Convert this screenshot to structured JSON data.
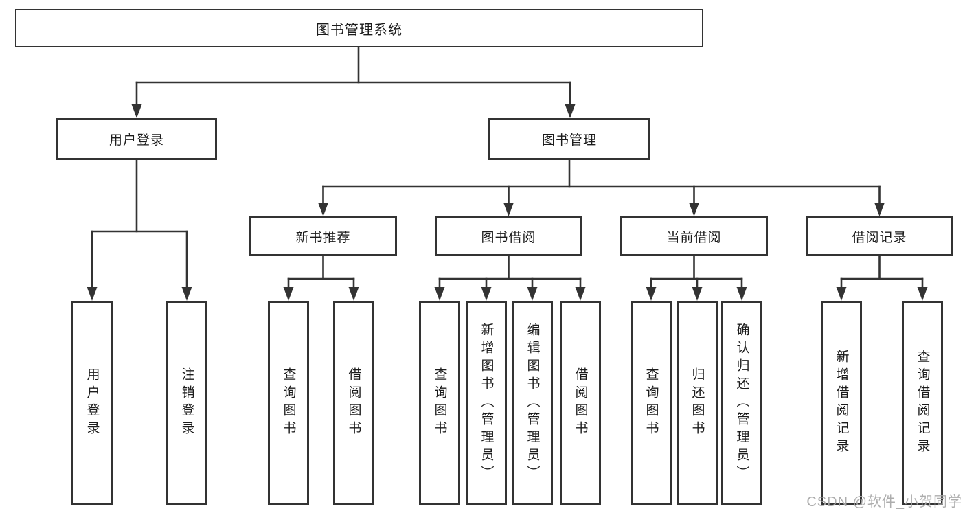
{
  "diagram": {
    "type": "hierarchy-tree",
    "root": {
      "label": "图书管理系统"
    },
    "level2": [
      {
        "label": "用户登录"
      },
      {
        "label": "图书管理"
      }
    ],
    "level3": [
      {
        "label": "新书推荐",
        "parent": "图书管理"
      },
      {
        "label": "图书借阅",
        "parent": "图书管理"
      },
      {
        "label": "当前借阅",
        "parent": "图书管理"
      },
      {
        "label": "借阅记录",
        "parent": "图书管理"
      }
    ],
    "leaves": {
      "user_login": [
        "用户登录",
        "注销登录"
      ],
      "new_book": [
        "查询图书",
        "借阅图书"
      ],
      "book_borrow": [
        "查询图书",
        "新增图书（管理员）",
        "编辑图书（管理员）",
        "借阅图书"
      ],
      "current_borrow": [
        "查询图书",
        "归还图书",
        "确认归还（管理员）"
      ],
      "borrow_records": [
        "新增借阅记录",
        "查询借阅记录"
      ]
    }
  },
  "watermark": "CSDN @软件_小贺同学",
  "colors": {
    "line": "#333333",
    "box_border": "#333333",
    "text": "#1c1c1c",
    "background": "#ffffff",
    "watermark": "#a9a9a9"
  }
}
